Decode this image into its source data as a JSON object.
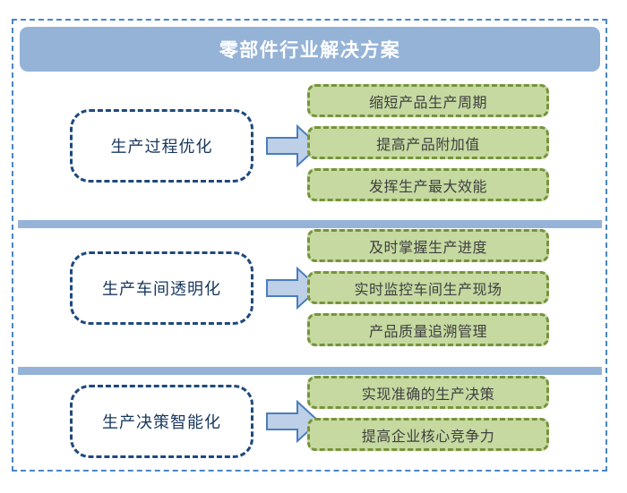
{
  "frame": {
    "border_color": "#4a86c8",
    "style": "dashed"
  },
  "header": {
    "title": "零部件行业解决方案",
    "background_color": "#95b3d7",
    "text_color": "#ffffff"
  },
  "divider": {
    "color": "#95b3d7"
  },
  "theme": {
    "left_box_border": "#1f497d",
    "left_box_text": "#17375e",
    "green_box_fill": "#c5d9a1",
    "green_box_border": "#77933c",
    "green_box_text": "#3f3f3f",
    "arrow_fill": "#bdd0e8",
    "arrow_stroke": "#4a7ebb"
  },
  "sections": [
    {
      "id": "production-process-optimization",
      "label": "生产过程优化",
      "arrow_icon": "right-arrow-icon",
      "outcomes": [
        "缩短产品生产周期",
        "提高产品附加值",
        "发挥生产最大效能"
      ]
    },
    {
      "id": "workshop-transparency",
      "label": "生产车间透明化",
      "arrow_icon": "right-arrow-icon",
      "outcomes": [
        "及时掌握生产进度",
        "实时监控车间生产现场",
        "产品质量追溯管理"
      ]
    },
    {
      "id": "decision-intelligence",
      "label": "生产决策智能化",
      "arrow_icon": "right-arrow-icon",
      "outcomes": [
        "实现准确的生产决策",
        "提高企业核心竞争力"
      ]
    }
  ]
}
